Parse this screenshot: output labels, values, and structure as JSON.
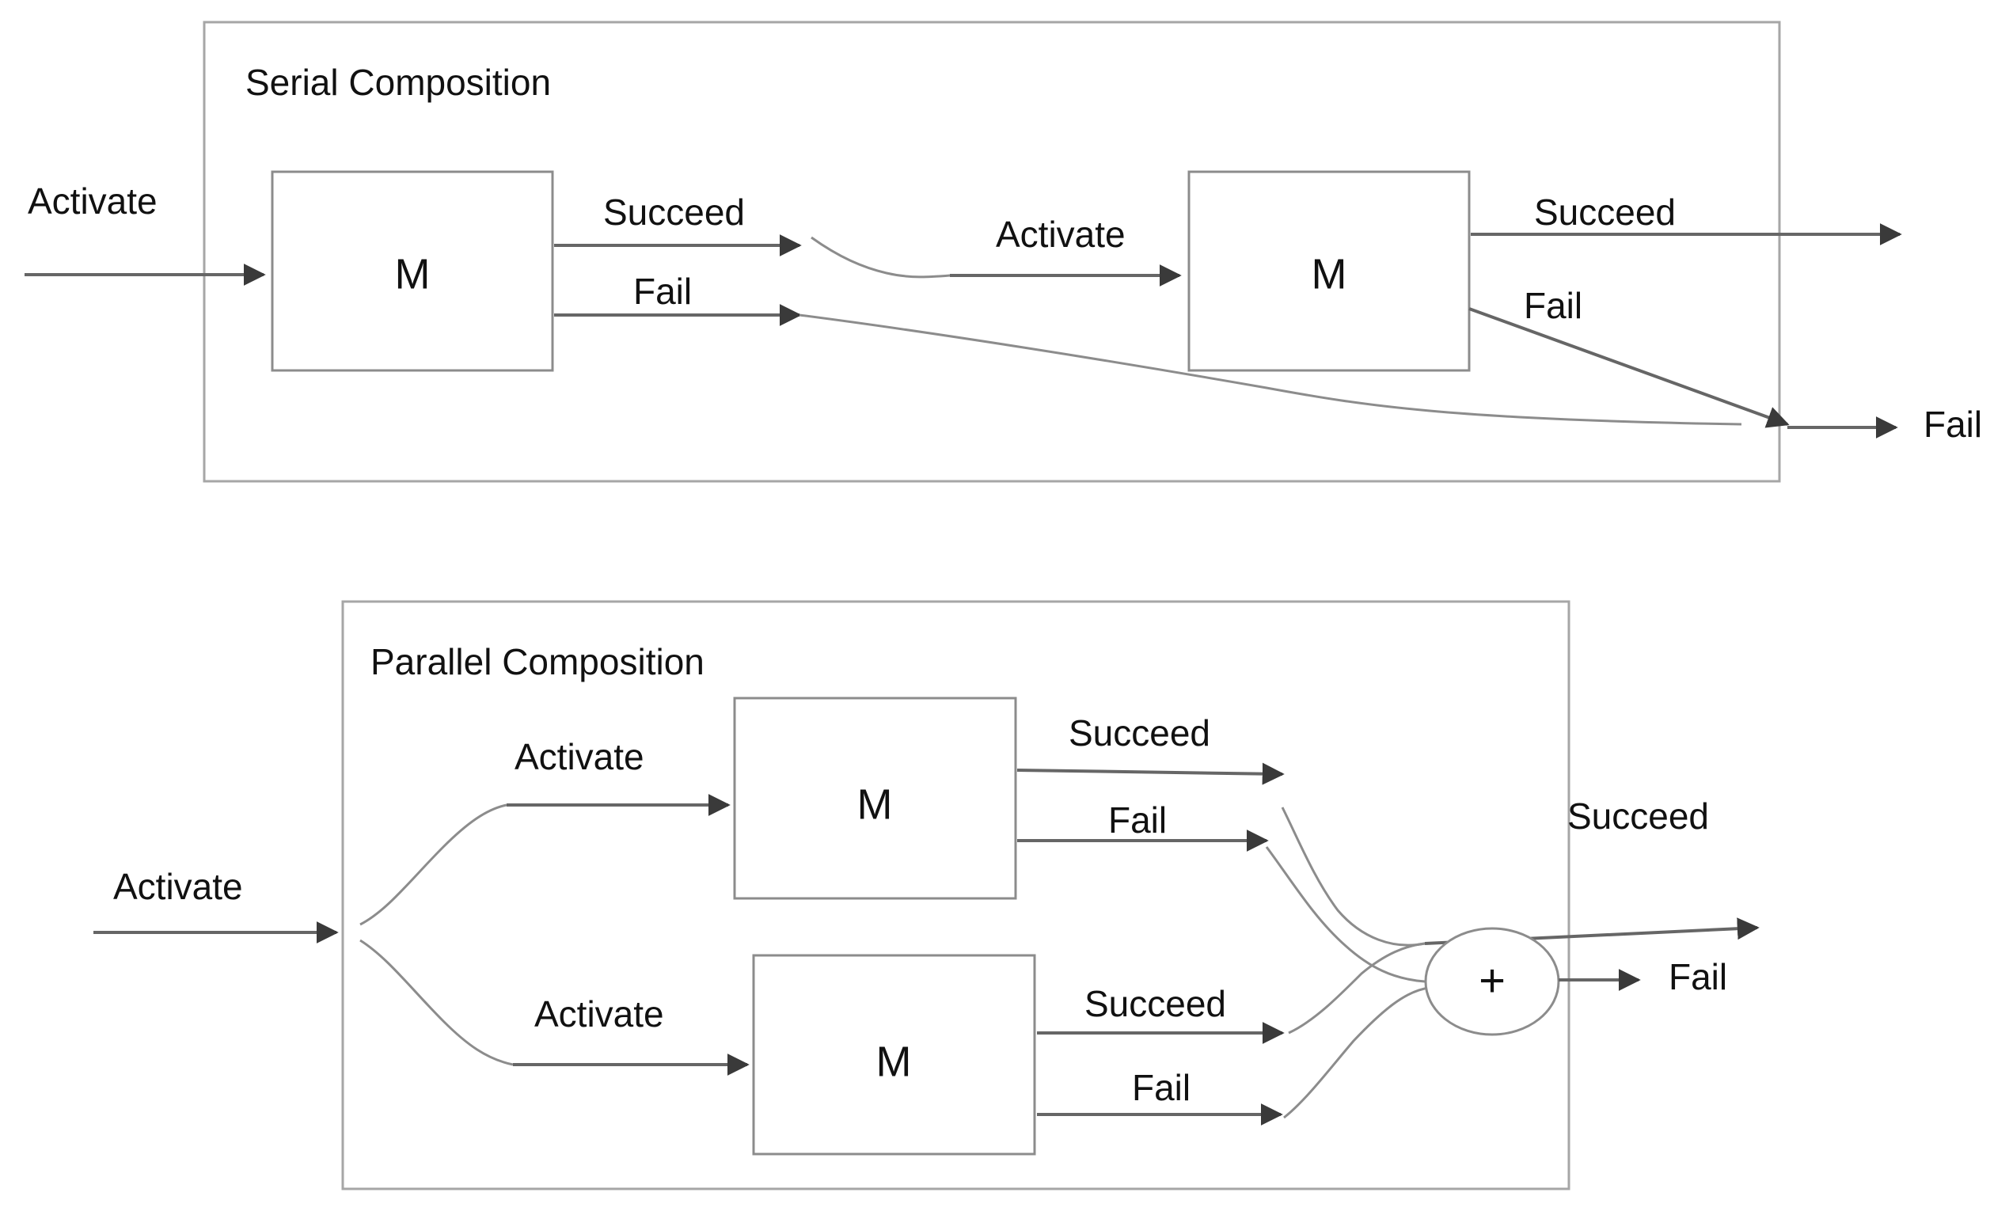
{
  "diagram": {
    "title_serial": "Serial Composition",
    "title_parallel": "Parallel Composition",
    "module_label": "M",
    "plus_label": "+",
    "colors": {
      "line": "#666666",
      "box_border": "#8c8c8c",
      "group_border": "#a6a6a6",
      "text": "#111111",
      "background": "#ffffff"
    },
    "serial": {
      "group_title": "Serial Composition",
      "input_label": "Activate",
      "module_1": {
        "label": "M",
        "out_succeed": "Succeed",
        "out_fail": "Fail"
      },
      "link_activate": "Activate",
      "module_2": {
        "label": "M",
        "out_succeed": "Succeed",
        "out_fail": "Fail"
      },
      "output_succeed": "Succeed",
      "output_fail": "Fail"
    },
    "parallel": {
      "group_title": "Parallel Composition",
      "input_label": "Activate",
      "branch_top_label": "Activate",
      "branch_bottom_label": "Activate",
      "module_top": {
        "label": "M",
        "out_succeed": "Succeed",
        "out_fail": "Fail"
      },
      "module_bottom": {
        "label": "M",
        "out_succeed": "Succeed",
        "out_fail": "Fail"
      },
      "join_node_label": "+",
      "output_succeed": "Succeed",
      "output_fail": "Fail"
    }
  }
}
